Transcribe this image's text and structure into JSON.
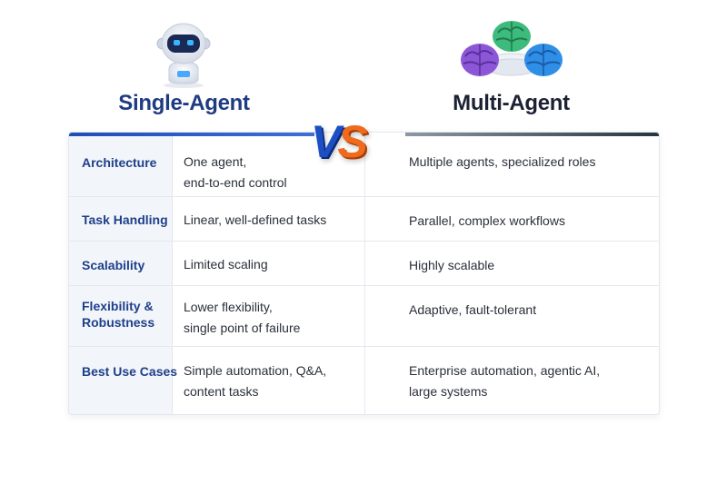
{
  "left_header": {
    "title": "Single-Agent",
    "icon": "robot-icon"
  },
  "right_header": {
    "title": "Multi-Agent",
    "icon": "brains-icon"
  },
  "vs": {
    "v": "V",
    "s": "S"
  },
  "colors": {
    "accent_blue": "#1f3b82",
    "label_blue": "#1e3f8a",
    "vs_orange": "#f06a1c",
    "vs_blue": "#1d4fc4"
  },
  "rows": [
    {
      "label": "Architecture",
      "single": "One agent,\nend-to-end control",
      "multi": "Multiple agents, specialized roles"
    },
    {
      "label": "Task Handling",
      "single": "Linear, well-defined tasks",
      "multi": "Parallel, complex workflows"
    },
    {
      "label": "Scalability",
      "single": "Limited scaling",
      "multi": "Highly scalable"
    },
    {
      "label": "Flexibility &\nRobustness",
      "single": "Lower flexibility,\nsingle point of failure",
      "multi": "Adaptive, fault-tolerant"
    },
    {
      "label": "Best Use Cases",
      "single": "Simple automation, Q&A,\ncontent tasks",
      "multi": "Enterprise automation, agentic AI,\nlarge systems"
    }
  ]
}
